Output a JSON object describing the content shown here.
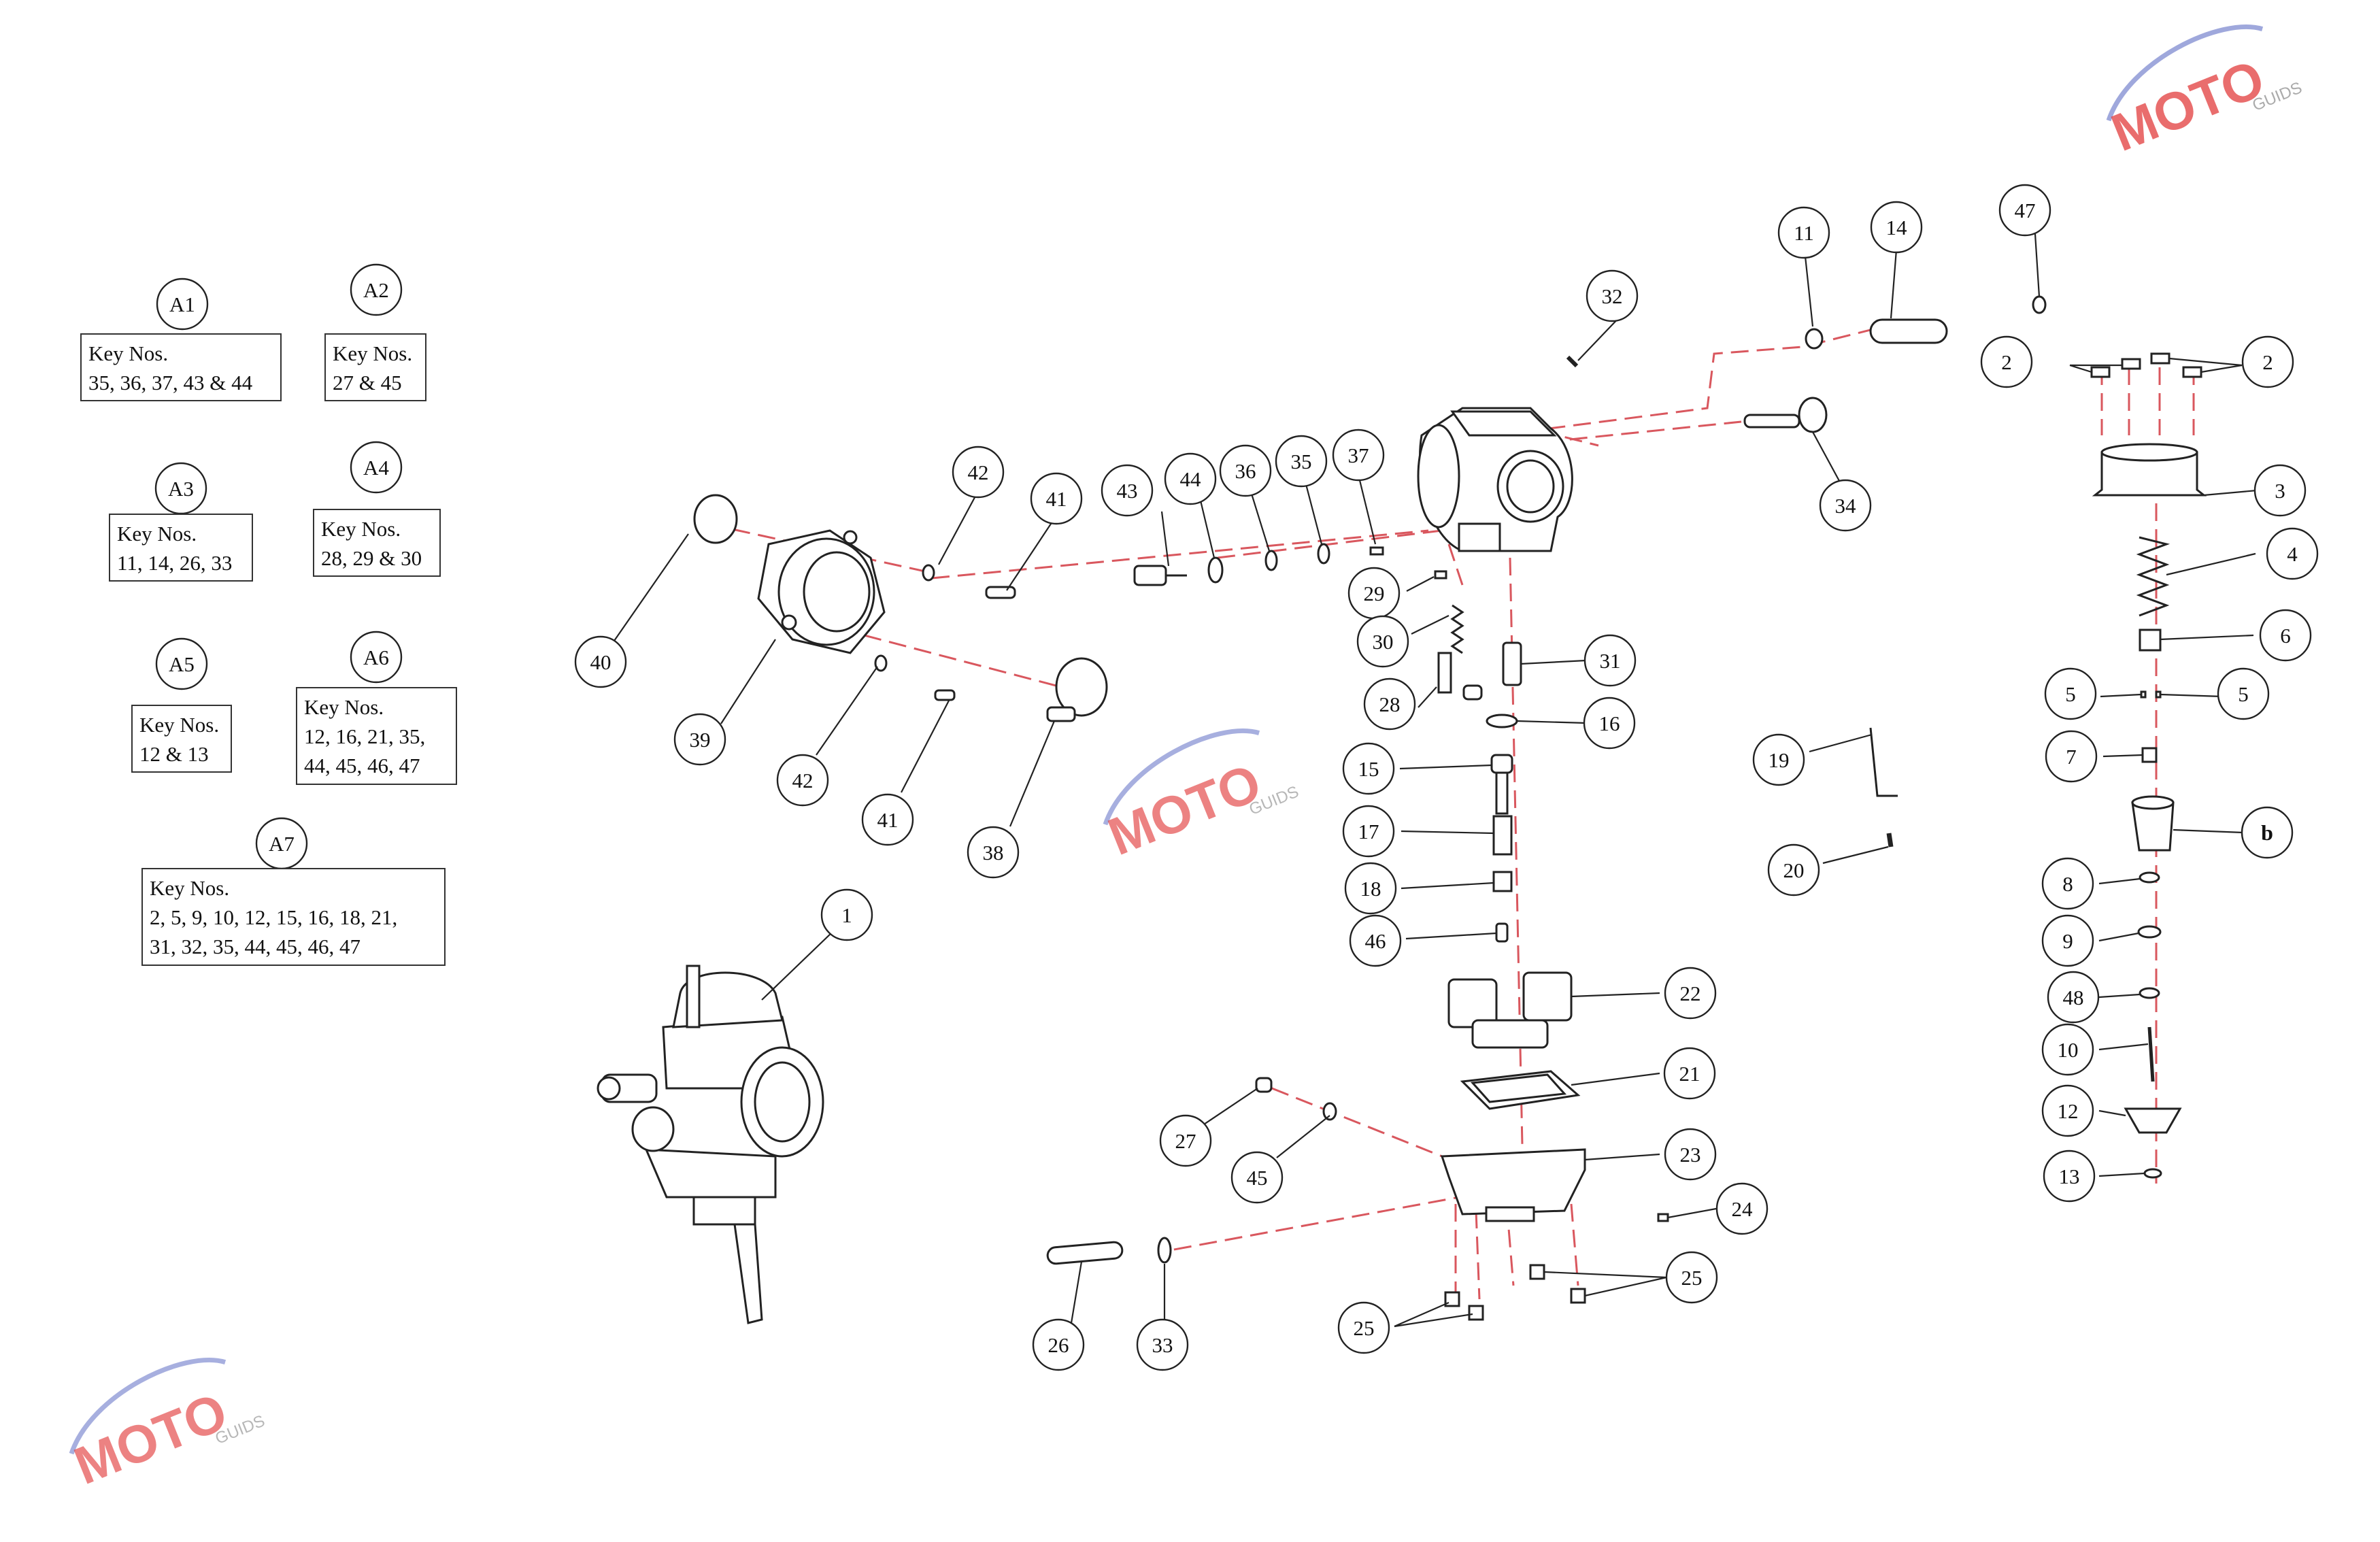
{
  "watermark": {
    "brand": "MOTO",
    "sub": "GUIDS"
  },
  "kits": [
    {
      "id": "A1",
      "heading": "Key Nos.",
      "items": "35, 36, 37, 43 & 44"
    },
    {
      "id": "A2",
      "heading": "Key Nos.",
      "items": "27 & 45"
    },
    {
      "id": "A3",
      "heading": "Key Nos.",
      "items": "11, 14, 26, 33"
    },
    {
      "id": "A4",
      "heading": "Key Nos.",
      "items": "28, 29 & 30"
    },
    {
      "id": "A5",
      "heading": "Key Nos.",
      "items": "12 & 13"
    },
    {
      "id": "A6",
      "heading": "Key Nos.",
      "items": "12, 16, 21, 35,",
      "items2": "44, 45, 46, 47"
    },
    {
      "id": "A7",
      "heading": "Key Nos.",
      "items": "2, 5, 9, 10, 12, 15, 16, 18, 21,",
      "items2": "31, 32, 35, 44, 45, 46, 47"
    }
  ],
  "callouts": [
    "1",
    "2",
    "3",
    "4",
    "5",
    "6",
    "7",
    "8",
    "9",
    "10",
    "11",
    "12",
    "13",
    "14",
    "15",
    "16",
    "17",
    "18",
    "19",
    "20",
    "21",
    "22",
    "23",
    "24",
    "25",
    "26",
    "27",
    "28",
    "29",
    "30",
    "31",
    "32",
    "33",
    "34",
    "35",
    "36",
    "37",
    "38",
    "39",
    "40",
    "41",
    "42",
    "43",
    "44",
    "45",
    "46",
    "47",
    "48",
    "b"
  ],
  "colors": {
    "line": "#222222",
    "dash": "#d9575e",
    "watermark_red": "#e03030",
    "watermark_blue": "#5060c0"
  }
}
